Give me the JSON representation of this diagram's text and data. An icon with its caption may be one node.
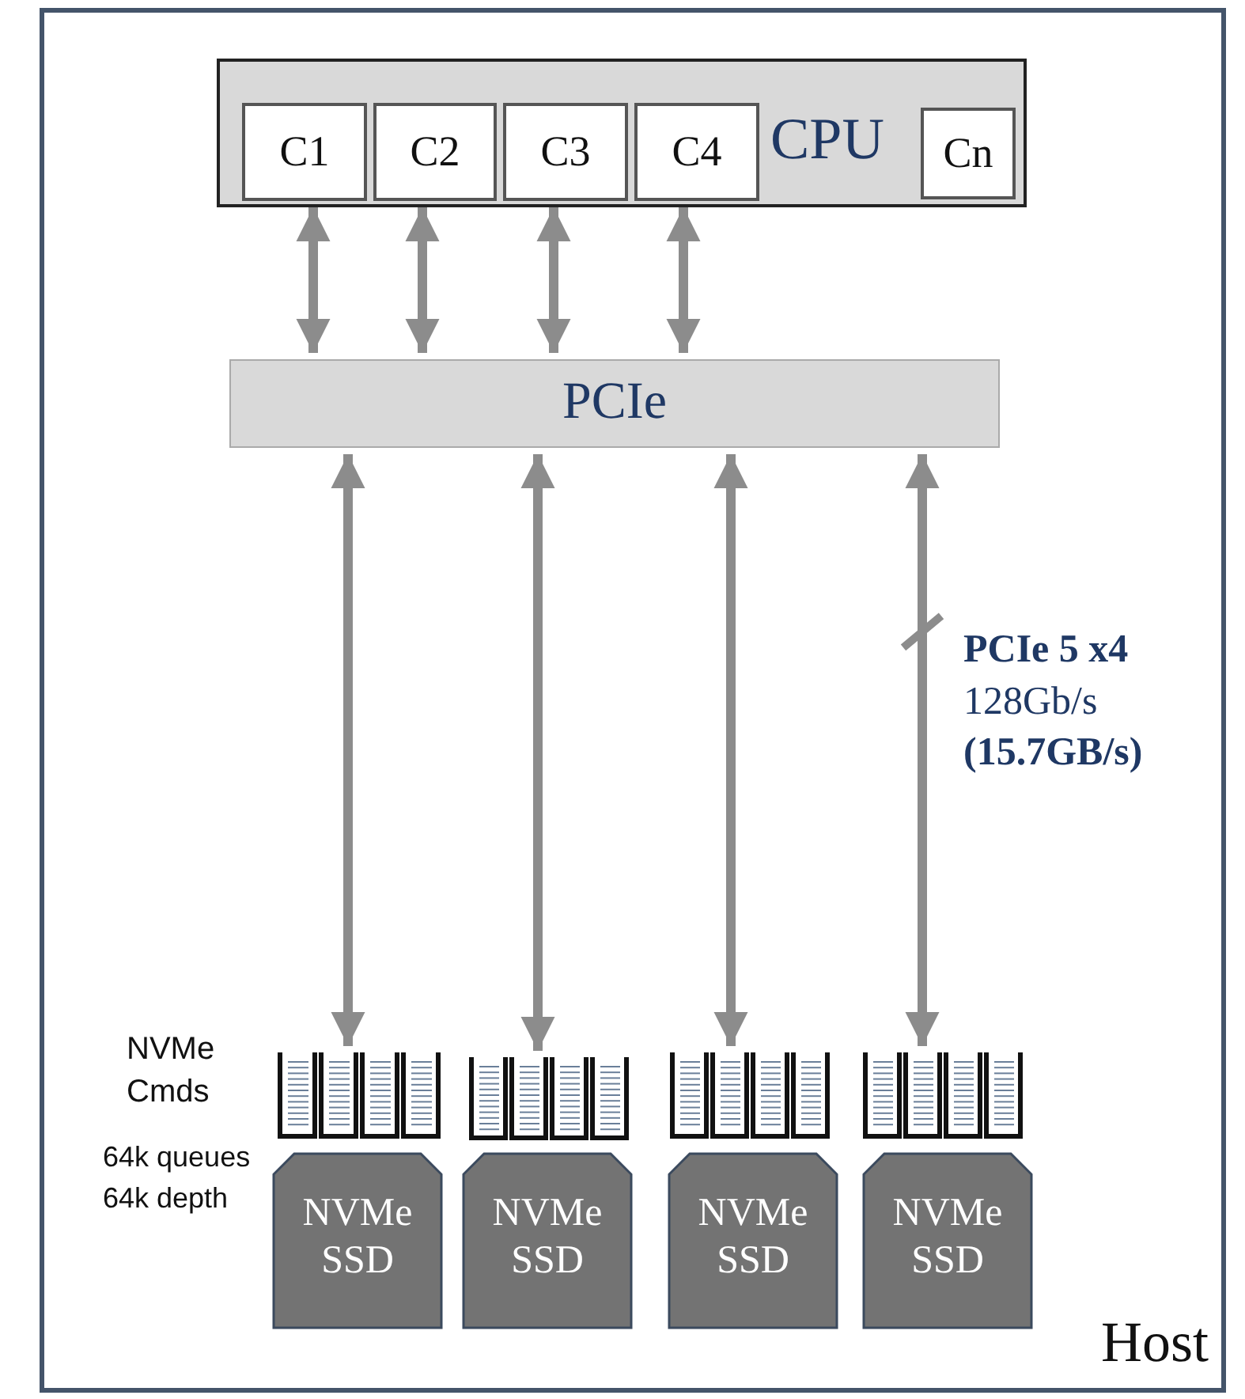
{
  "diagram": {
    "nodes": [
      {
        "text": [
          "Host"
        ]
      },
      {
        "text": [
          "CPU"
        ],
        "in": 0
      },
      {
        "text": [
          "C1"
        ],
        "in": 1
      },
      {
        "text": [
          "C2"
        ],
        "in": 1
      },
      {
        "text": [
          "C3"
        ],
        "in": 1
      },
      {
        "text": [
          "C4"
        ],
        "in": 1
      },
      {
        "text": [
          "Cn"
        ],
        "in": 1
      },
      {
        "text": [
          "PCIe"
        ],
        "in": 0
      },
      {
        "text": [],
        "shape": "picture",
        "in": 0
      },
      {
        "text": [],
        "shape": "picture",
        "in": 0
      },
      {
        "text": [],
        "shape": "picture",
        "in": 0
      },
      {
        "text": [],
        "shape": "picture",
        "in": 0
      },
      {
        "text": [
          "NVMe SSD"
        ],
        "in": 0
      },
      {
        "text": [
          "NVMe SSD"
        ],
        "in": 0
      },
      {
        "text": [
          "NVMe SSD"
        ],
        "in": 0
      },
      {
        "text": [
          "NVMe SSD"
        ],
        "in": 0
      }
    ],
    "edges": [
      {
        "from": 2,
        "to": 7,
        "arrow": "both"
      },
      {
        "from": 3,
        "to": 7,
        "arrow": "both"
      },
      {
        "from": 4,
        "to": 7,
        "arrow": "both"
      },
      {
        "from": 5,
        "to": 7,
        "arrow": "both"
      },
      {
        "from": 7,
        "to": 8,
        "arrow": "both"
      },
      {
        "from": 7,
        "to": 9,
        "arrow": "both"
      },
      {
        "from": 7,
        "to": 10,
        "arrow": "both"
      },
      {
        "from": 7,
        "to": 11,
        "arrow": "both",
        "label": "**PCIe 5 x4** 128Gb/s **(15.7GB/s)**"
      }
    ],
    "labels": [
      "NVMe Cmds",
      "64k queues 64k depth"
    ]
  }
}
